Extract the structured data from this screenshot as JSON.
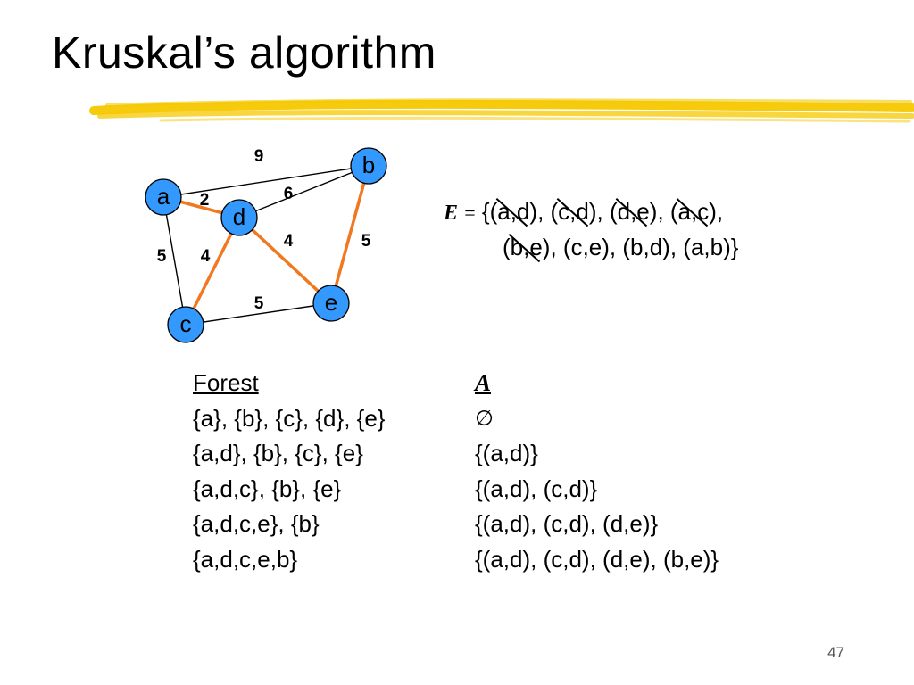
{
  "slide": {
    "title": "Kruskal’s algorithm",
    "page_number": "47"
  },
  "colors": {
    "node_fill": "#3399ff",
    "node_stroke": "#000000",
    "edge_default": "#000000",
    "edge_selected": "#f07820",
    "highlight": "#f5c800"
  },
  "graph": {
    "nodes": [
      {
        "id": "a",
        "label": "a"
      },
      {
        "id": "b",
        "label": "b"
      },
      {
        "id": "c",
        "label": "c"
      },
      {
        "id": "d",
        "label": "d"
      },
      {
        "id": "e",
        "label": "e"
      }
    ],
    "edges": [
      {
        "from": "a",
        "to": "b",
        "weight": "9",
        "selected": false
      },
      {
        "from": "a",
        "to": "d",
        "weight": "2",
        "selected": true
      },
      {
        "from": "d",
        "to": "b",
        "weight": "6",
        "selected": false
      },
      {
        "from": "a",
        "to": "c",
        "weight": "5",
        "selected": false
      },
      {
        "from": "c",
        "to": "d",
        "weight": "4",
        "selected": true
      },
      {
        "from": "d",
        "to": "e",
        "weight": "4",
        "selected": true
      },
      {
        "from": "b",
        "to": "e",
        "weight": "5",
        "selected": true
      },
      {
        "from": "c",
        "to": "e",
        "weight": "5",
        "selected": false
      }
    ]
  },
  "edge_set": {
    "symbol": "E",
    "equals": "=",
    "open": "{",
    "line1": [
      {
        "text": "(a,d)",
        "struck": true
      },
      {
        "text": "(c,d)",
        "struck": true
      },
      {
        "text": "(d,e)",
        "struck": true
      },
      {
        "text": "(a,c)",
        "struck": true
      }
    ],
    "line2": [
      {
        "text": "(b,e)",
        "struck": true
      },
      {
        "text": "(c,e)",
        "struck": false
      },
      {
        "text": "(b,d)",
        "struck": false
      },
      {
        "text": "(a,b)",
        "struck": false
      }
    ],
    "close": "}"
  },
  "forest_table": {
    "header_forest": "Forest",
    "header_a": "A",
    "rows": [
      {
        "forest": "{a}, {b}, {c}, {d}, {e}",
        "a": "∅"
      },
      {
        "forest": "{a,d}, {b}, {c}, {e}",
        "a": "{(a,d)}"
      },
      {
        "forest": "{a,d,c}, {b}, {e}",
        "a": "{(a,d), (c,d)}"
      },
      {
        "forest": "{a,d,c,e}, {b}",
        "a": "{(a,d), (c,d), (d,e)}"
      },
      {
        "forest": "{a,d,c,e,b}",
        "a": "{(a,d), (c,d), (d,e), (b,e)}"
      }
    ]
  }
}
